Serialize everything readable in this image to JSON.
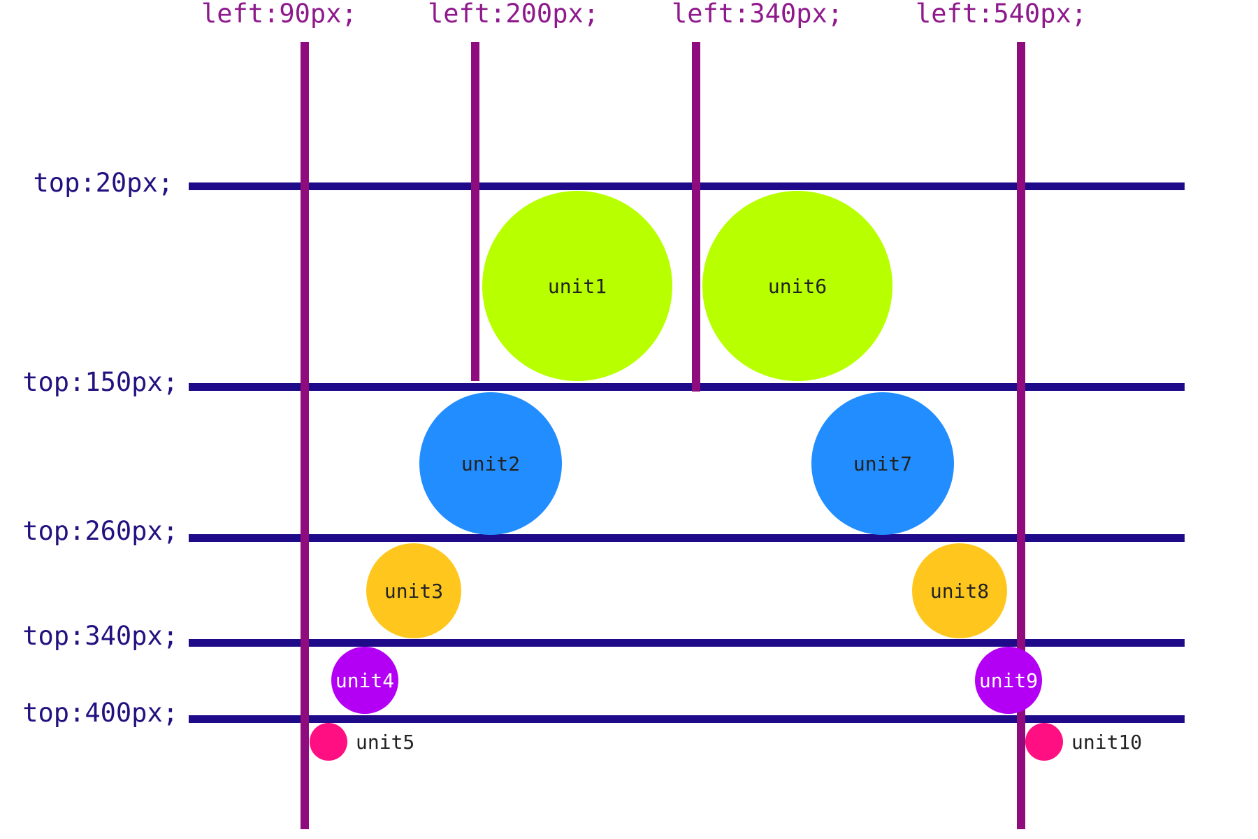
{
  "columns": [
    {
      "label": "left:90px;"
    },
    {
      "label": "left:200px;"
    },
    {
      "label": "left:340px;"
    },
    {
      "label": "left:540px;"
    }
  ],
  "rows": [
    {
      "label": "top:20px;"
    },
    {
      "label": "top:150px;"
    },
    {
      "label": "top:260px;"
    },
    {
      "label": "top:340px;"
    },
    {
      "label": "top:400px;"
    }
  ],
  "units": [
    {
      "label": "unit1",
      "color": "#b8ff00"
    },
    {
      "label": "unit2",
      "color": "#228dff"
    },
    {
      "label": "unit3",
      "color": "#ffc71e"
    },
    {
      "label": "unit4",
      "color": "#b300f5"
    },
    {
      "label": "unit5",
      "color": "#ff0f82"
    },
    {
      "label": "unit6",
      "color": "#b8ff00"
    },
    {
      "label": "unit7",
      "color": "#228dff"
    },
    {
      "label": "unit8",
      "color": "#ffc71e"
    },
    {
      "label": "unit9",
      "color": "#b300f5"
    },
    {
      "label": "unit10",
      "color": "#ff0f82"
    }
  ],
  "colors": {
    "column_line": "#8e0c7e",
    "row_line": "#1f0b8a",
    "column_label": "#8e1a8c",
    "row_label": "#23117f"
  }
}
